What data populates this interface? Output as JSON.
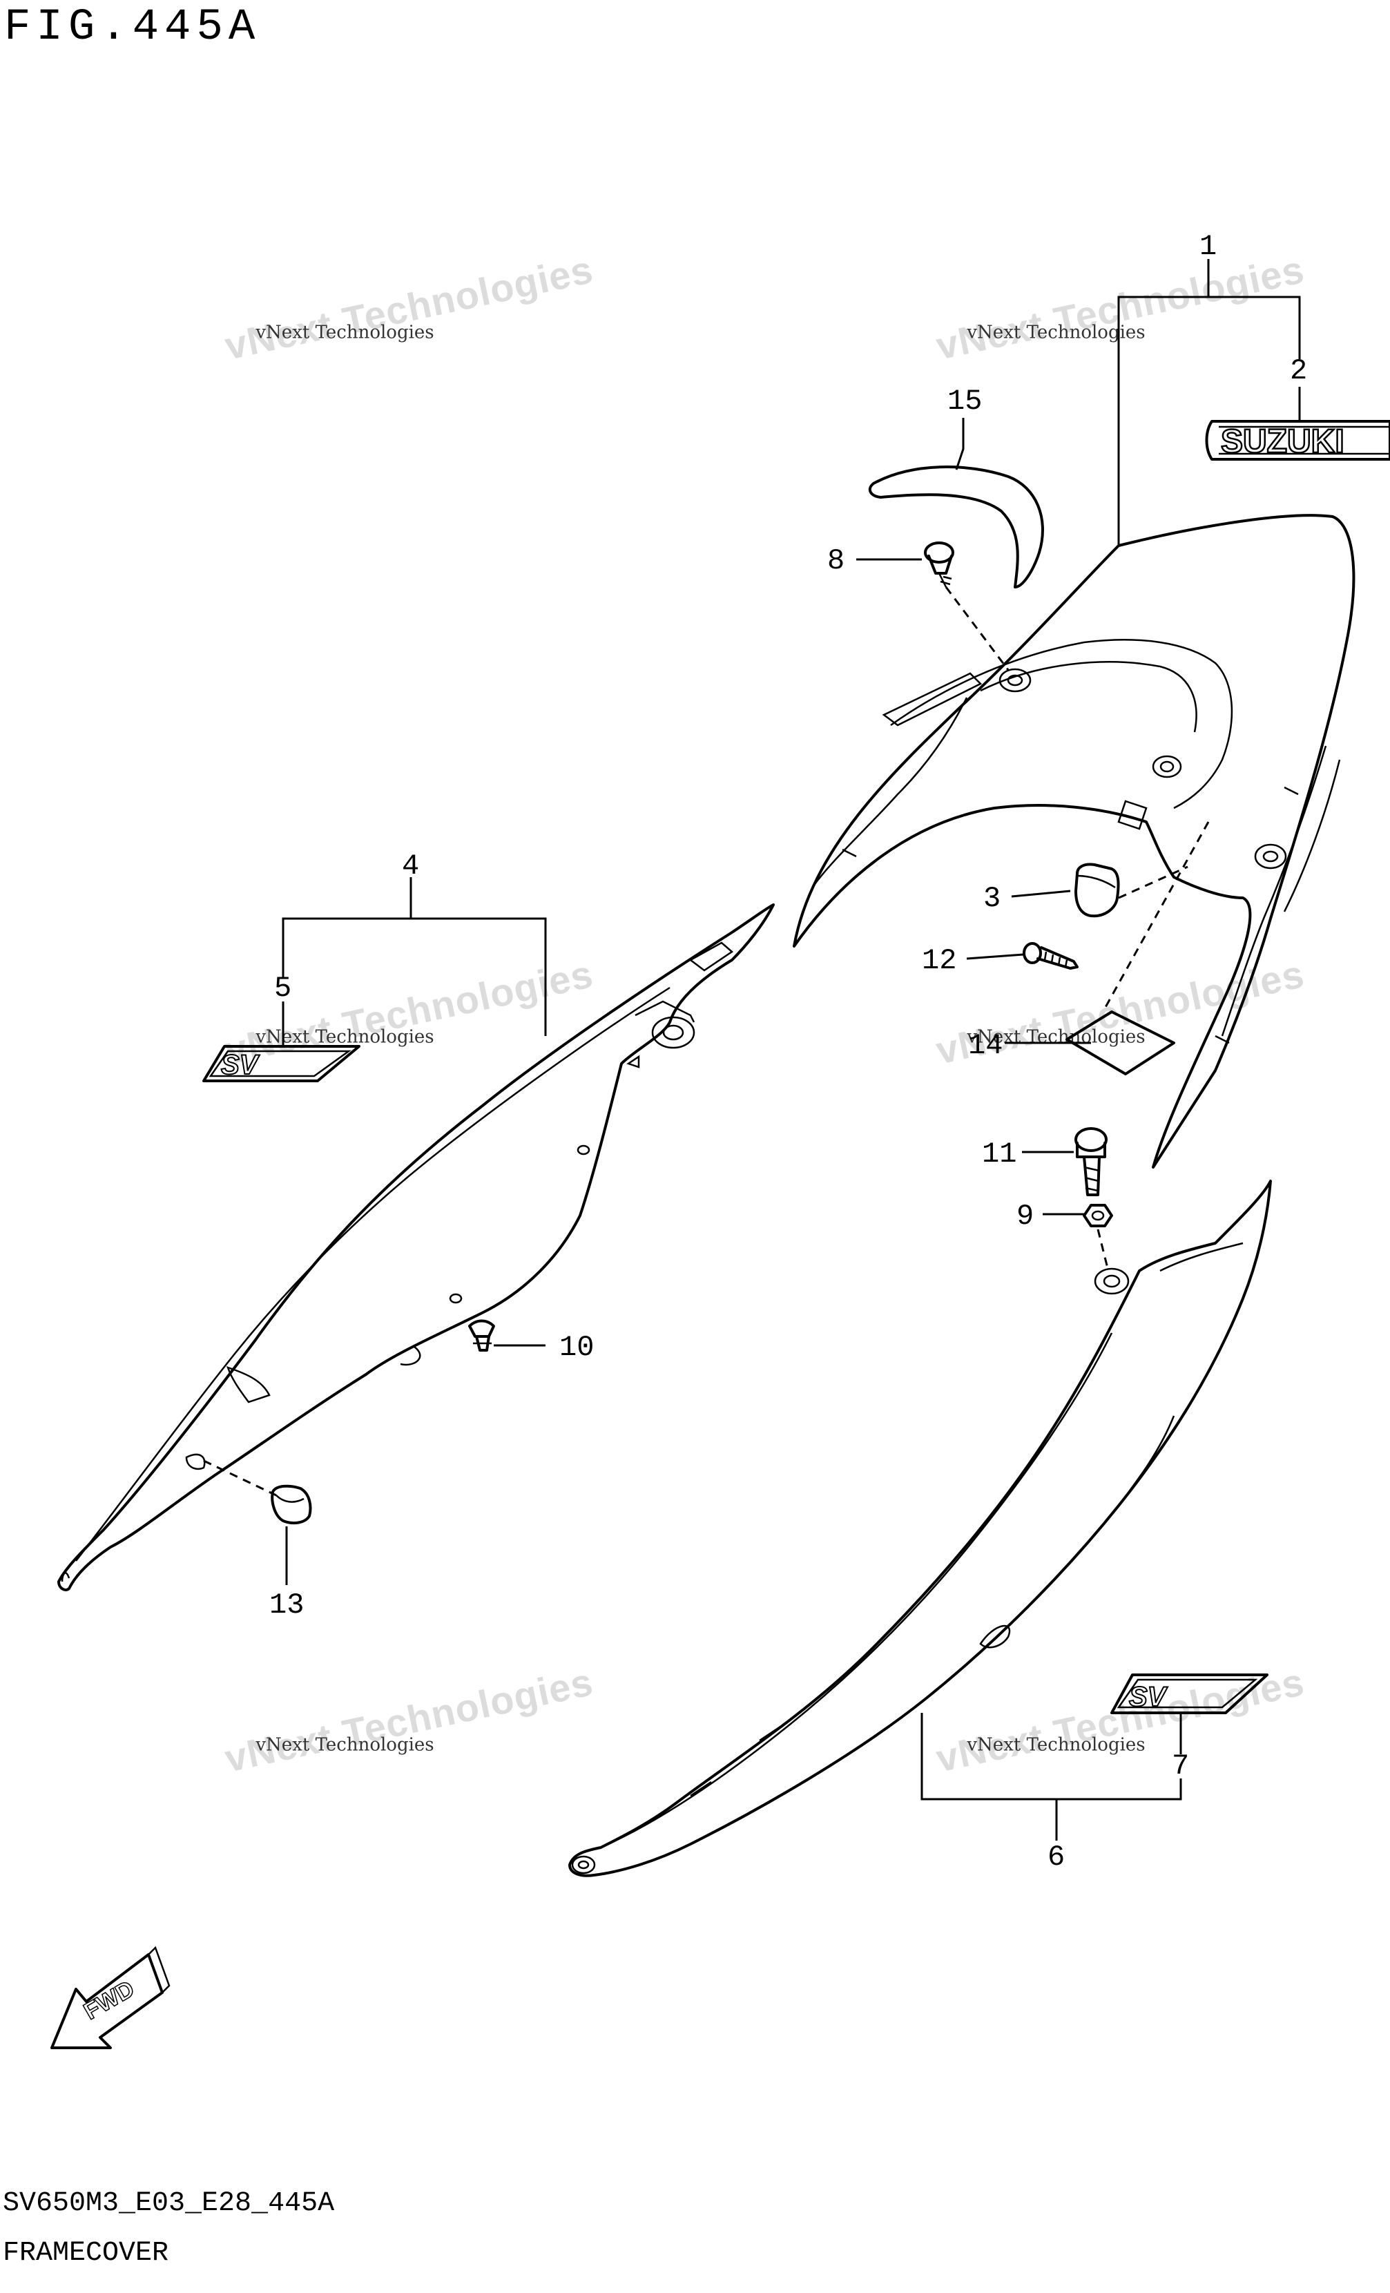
{
  "figure": {
    "title": "FIG.445A",
    "model_code": "SV650M3_E03_E28_445A",
    "section": "FRAMECOVER"
  },
  "watermark": {
    "line1": "vNext Technologies",
    "line2": "vNext Technologies"
  },
  "callouts": [
    "1",
    "2",
    "3",
    "4",
    "5",
    "6",
    "7",
    "8",
    "9",
    "10",
    "11",
    "12",
    "13",
    "14",
    "15"
  ],
  "emblems": {
    "suzuki": "SUZUKI",
    "sv_small": "SV",
    "sv_large": "SV",
    "fwd": "FWD"
  },
  "colors": {
    "line": "#000000",
    "watermark": "#c9c9c9",
    "background": "#ffffff"
  }
}
